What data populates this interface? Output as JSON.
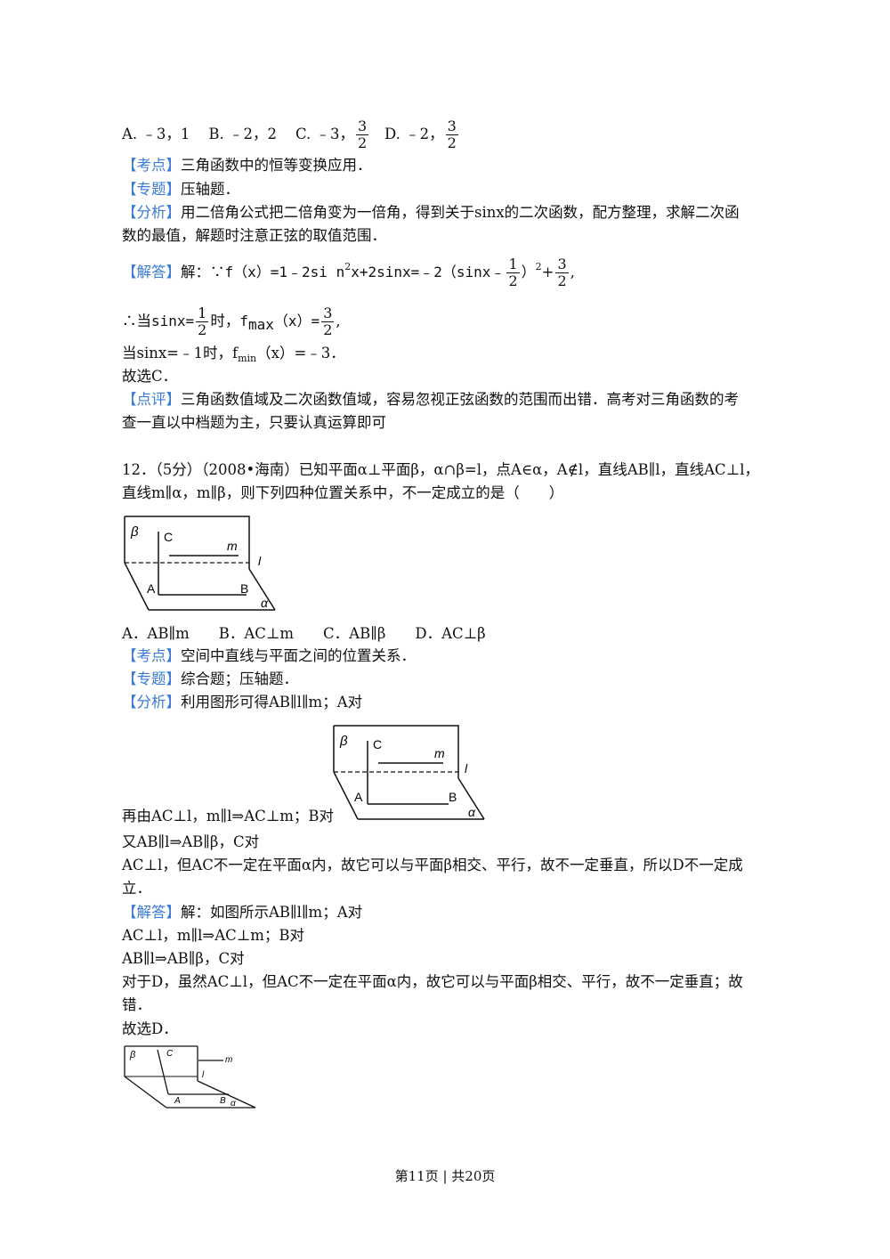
{
  "tags": {
    "kaodian": "【考点】",
    "zhuanti": "【专题】",
    "fenxi": "【分析】",
    "jieda": "【解答】",
    "dianping": "【点评】"
  },
  "q11": {
    "optA": "A. ﹣3，1",
    "optB": "B. ﹣2，2",
    "optC": "C. ﹣3，",
    "optD": "D. ﹣2，",
    "frac_num": "3",
    "frac_den": "2",
    "kaodian": "三角函数中的恒等变换应用．",
    "zhuanti": "压轴题．",
    "fenxi_1": "用二倍角公式把二倍角变为一倍角，得到关于sinx的二次函数，配方整理，求解二次函",
    "fenxi_2": "数的最值，解题时注意正弦的取值范围．",
    "jieda_prefix": "解：∵",
    "jieda_expr1": "f（x）=1﹣2si n",
    "jieda_sup": "2",
    "jieda_expr2": "x+2sinx=﹣2（sinx﹣",
    "jieda_half_num": "1",
    "jieda_half_den": "2",
    "jieda_expr3": "）",
    "jieda_sup2": "2",
    "jieda_plus": "+",
    "jieda_end": ",",
    "line2_pre": "∴当",
    "line2_sinx": "sinx=",
    "line2_when": "时，",
    "line2_f": "f",
    "line2_sub": "max",
    "line2_fx": "（x）=",
    "line2_end": ",",
    "line3_a": "当sinx=﹣1时，f",
    "line3_sub": "min",
    "line3_b": "（x）=﹣3．",
    "choose": "故选C．",
    "dianping_1": "三角函数值域及二次函数值域，容易忽视正弦函数的范围而出错．高考对三角函数的考",
    "dianping_2": "查一直以中档题为主，只要认真运算即可"
  },
  "q12": {
    "stem_1": "12．（5分）（2008•海南）已知平面α⊥平面β，α∩β=l，点A∈α，A∉l，直线AB∥l，直线AC⊥l，",
    "stem_2": "直线m∥α，m∥β，则下列四种位置关系中，不一定成立的是（　　）",
    "options": "A．AB∥m　　B．AC⊥m　　C．AB∥β　　D．AC⊥β",
    "kaodian": "空间中直线与平面之间的位置关系．",
    "zhuanti": "综合题；压轴题．",
    "fenxi": "利用图形可得AB∥l∥m；A对",
    "fenxi_2": "再由AC⊥l，m∥l⇒AC⊥m；B对",
    "fenxi_3": "又AB∥l⇒AB∥β，C对",
    "fenxi_4": "AC⊥l，但AC不一定在平面α内，故它可以与平面β相交、平行，故不一定垂直，所以D不一定成",
    "fenxi_5": "立．",
    "jieda_1": "解：如图所示AB∥l∥m；A对",
    "jieda_2": "AC⊥l，m∥l⇒AC⊥m；B对",
    "jieda_3": "AB∥l⇒AB∥β，C对",
    "jieda_4": "对于D，虽然AC⊥l，但AC不一定在平面α内，故它可以与平面β相交、平行，故不一定垂直；故",
    "jieda_5": "错．",
    "choose": "故选D．"
  },
  "figure_labels": {
    "beta": "β",
    "alpha": "α",
    "C": "C",
    "m": "m",
    "l": "l",
    "A": "A",
    "B": "B"
  },
  "footer": "第11页 | 共20页"
}
